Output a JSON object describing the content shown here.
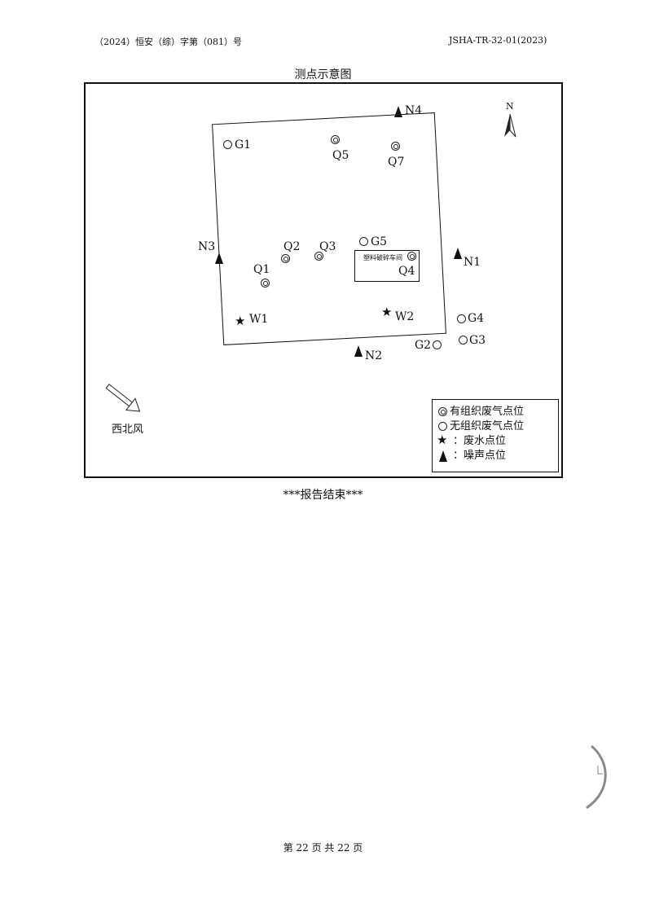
{
  "header": {
    "doc_number": "（2024）恒安（综）字第（081）号",
    "form_code": "JSHA-TR-32-01(2023)"
  },
  "diagram": {
    "title": "测点示意图",
    "north_label": "N",
    "workshop_label": "塑料破碎车间",
    "wind_label": "西北风",
    "points": {
      "G1": "G1",
      "G2": "G2",
      "G3": "G3",
      "G4": "G4",
      "G5": "G5",
      "Q1": "Q1",
      "Q2": "Q2",
      "Q3": "Q3",
      "Q4": "Q4",
      "Q5": "Q5",
      "Q7": "Q7",
      "W1": "W1",
      "W2": "W2",
      "N1": "N1",
      "N2": "N2",
      "N3": "N3",
      "N4": "N4"
    },
    "legend": {
      "organized": "有组织废气点位",
      "unorganized": "无组织废气点位",
      "wastewater": "：废水点位",
      "noise": "：噪声点位"
    },
    "icons": {
      "organized": "double-circle-icon",
      "unorganized": "circle-icon",
      "wastewater": "star-icon",
      "noise": "triangle-icon"
    }
  },
  "end_text": "***报告结束***",
  "footer": {
    "page": "第 22 页 共 22 页"
  }
}
